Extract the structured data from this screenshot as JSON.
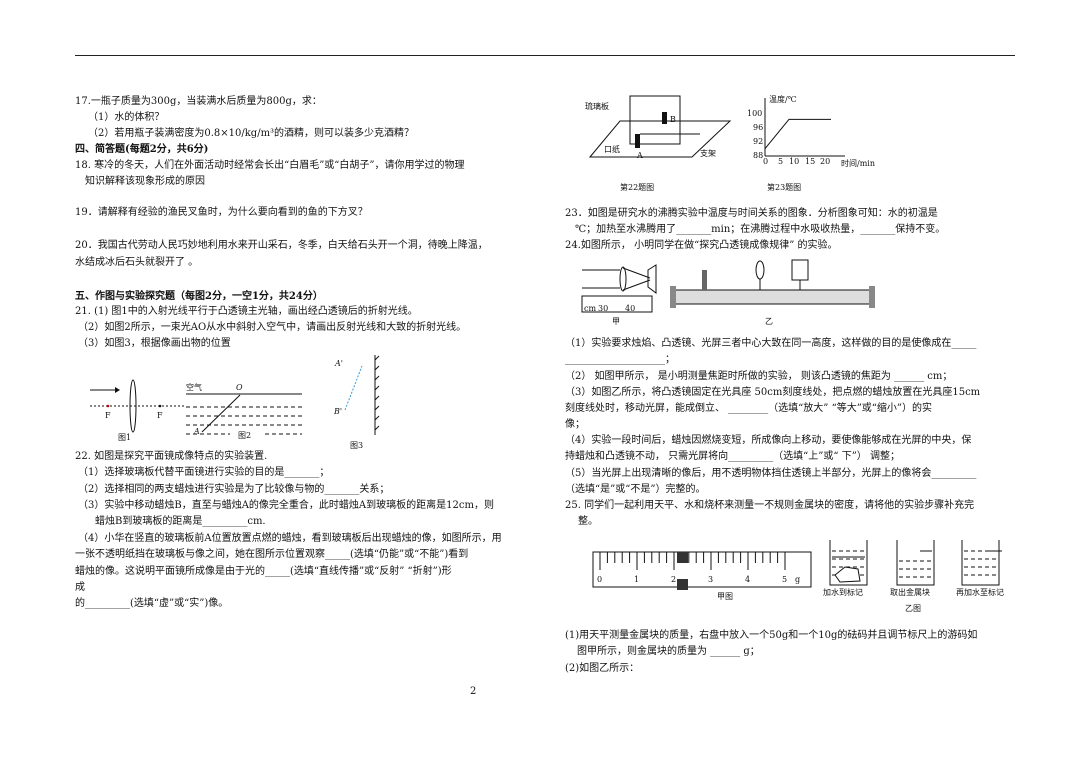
{
  "left_lines": [
    "17.一瓶子质量为300g，当装满水后质量为800g，求：",
    "（1）水的体积？",
    "（2）若用瓶子装满密度为0.8×10/kg/m³的酒精，则可以装多少克酒精？",
    "四、简答题(每题2分，共6分)",
    "18. 寒冷的冬天，人们在外面活动时经常会长出“白眉毛”或“白胡子”，请你用学过的物理",
    "知识解释该现象形成的原因",
    "19．请解释有经验的渔民叉鱼时，为什么要向看到的鱼的下方叉？",
    "20．我国古代劳动人民巧妙地利用水来开山采石，冬季，白天给石头开一个洞，待晚上降温，",
    "水结成冰后石头就裂开了 。",
    "五、作图与实验探究题（每图2分，一空1分，共24分）",
    "21. (1) 图1中的入射光线平行于凸透镜主光轴，画出经凸透镜后的折射光线。",
    "（2）如图2所示，一束光AO从水中斜射入空气中，请画出反射光线和大致的折射光线。",
    "（3）如图3，根据像画出物的位置",
    "22. 如图是探究平面镜成像特点的实验装置.",
    "（1）选择玻璃板代替平面镜进行实验的目的是_______；",
    "（2）选择相同的两支蜡烛进行实验是为了比较像与物的_______关系；",
    "（3）实验中移动蜡烛B，直至与蜡烛A的像完全重合，此时蜡烛A到玻璃板的距离是12cm，则",
    "蜡烛B到玻璃板的距离是_________cm.",
    "（4）小华在竖直的玻璃板前A位置放置点燃的蜡烛，看到玻璃板后出现蜡烛的像，如图所示，用",
    "一张不透明纸挡在玻璃板与像之间，她在图所示位置观察_____(选填“仍能”或“不能”)看到",
    "蜡烛的像。这说明平面镜所成像是由于光的_____(选填“直线传播”或“反射” “折射”)形",
    "成",
    "的_________(选填“虚”或“实”)像。"
  ],
  "right_lines": [
    "23．如图是研究水的沸腾实验中温度与时间关系的图象．分析图象可知：水的初温是",
    "℃；加热至水沸腾用了_______min；在沸腾过程中水吸收热量，_______保持不变。",
    "24.如图所示， 小明同学在做“探究凸透镜成像规律” 的实验。",
    "（1）实验要求烛焰、凸透镜、光屏三者中心大致在同一高度，这样做的目的是使像成在_____",
    "____________________；",
    "（2） 如图甲所示， 是小明测量焦距时所做的实验， 则该凸透镜的焦距为 ______ cm；",
    "（3）如图乙所示，将凸透镜固定在光具座 50cm刻度线处，把点燃的蜡烛放置在光具座15cm",
    "刻度线处时，移动光屏，能成倒立、 ________（选填“放大” “等大”或“缩小”）的实",
    "像；",
    "（4）实验一段时间后，蜡烛因燃烧变短，所成像向上移动，要使像能够成在光屏的中央，保",
    "持蜡烛和凸透镜不动， 只需光屏将向_________（选填“上”或“ 下”） 调整；",
    "（5）当光屏上出现清晰的像后，用不透明物体挡住透镜上半部分，光屏上的像将会_________",
    "（选填“是”或“不是”）完整的。",
    "25. 同学们一起利用天平、水和烧杯来测量一不规则金属块的密度，请将他的实验步骤补充完",
    "整。",
    "(1)用天平测量金属块的质量，右盘中放入一个50g和一个10g的砝码并且调节标尺上的游码如",
    "图甲所示，则金属块的质量为 ______ g；",
    "(2)如图乙所示："
  ],
  "fig21": {
    "fig1": "图1",
    "fig2": "图2",
    "fig3": "图3",
    "air": "空气",
    "O": "O",
    "A": "A",
    "A_img": "A'",
    "B_img": "B'",
    "F": "F"
  },
  "fig22": {
    "glass": "琉璃板",
    "paper": "口纸",
    "stand": "支架",
    "A": "A",
    "B": "B",
    "caption": "第22题图"
  },
  "fig23": {
    "ylabel": "温度/℃",
    "xlabel": "时间/min",
    "yticks": [
      "100",
      "96",
      "92",
      "88"
    ],
    "xticks": [
      "0",
      "5",
      "10",
      "15",
      "20"
    ],
    "caption": "第23题图",
    "line_points": [
      [
        0,
        90
      ],
      [
        8,
        98
      ],
      [
        22,
        98
      ]
    ],
    "ylim": [
      88,
      100
    ],
    "xlim": [
      0,
      22
    ]
  },
  "fig24": {
    "jia": "甲",
    "yi": "乙",
    "cm": "cm",
    "t30": "30",
    "t40": "40"
  },
  "fig25": {
    "scale_ticks": [
      "0",
      "1",
      "2",
      "3",
      "4",
      "5"
    ],
    "unit": "g",
    "rider_value_g": 2.0,
    "jia": "甲图",
    "b1": "加水到标记",
    "b2": "取出金属块",
    "b3": "再加水至标记",
    "yi": "乙图"
  },
  "page_number": "2"
}
